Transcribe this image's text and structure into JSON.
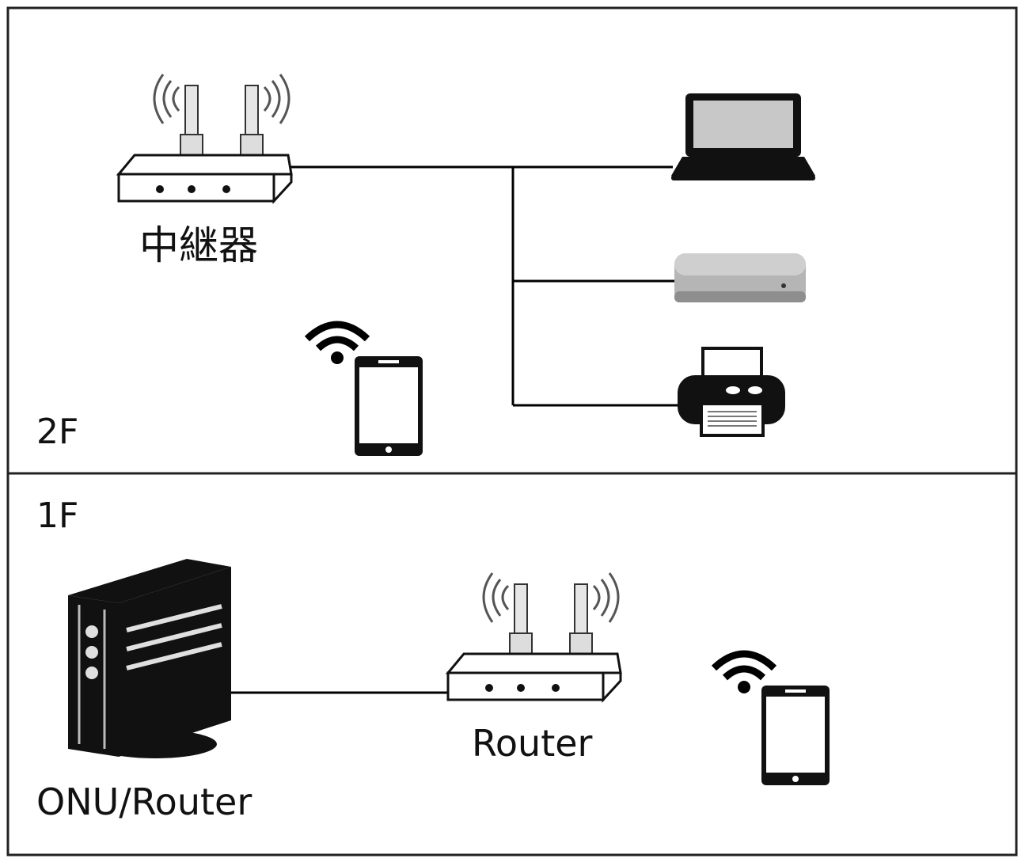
{
  "floors": {
    "upper": {
      "label": "2F"
    },
    "lower": {
      "label": "1F"
    }
  },
  "devices": {
    "repeater": {
      "label": "中継器",
      "icon": "wifi-router-icon"
    },
    "laptop": {
      "icon": "laptop-icon"
    },
    "mini_pc": {
      "icon": "mini-pc-icon"
    },
    "printer": {
      "icon": "printer-icon"
    },
    "smartphone_2f": {
      "icon": "smartphone-icon",
      "signal_icon": "wifi-signal-icon"
    },
    "onu_router": {
      "label": "ONU/Router",
      "icon": "onu-router-icon"
    },
    "router": {
      "label": "Router",
      "icon": "wifi-router-icon"
    },
    "smartphone_1f": {
      "icon": "smartphone-icon",
      "signal_icon": "wifi-signal-icon"
    }
  },
  "colors": {
    "line": "#000000",
    "device_fill": "#ffffff",
    "device_dark": "#000000",
    "mini_pc": "#b5b5b5"
  }
}
